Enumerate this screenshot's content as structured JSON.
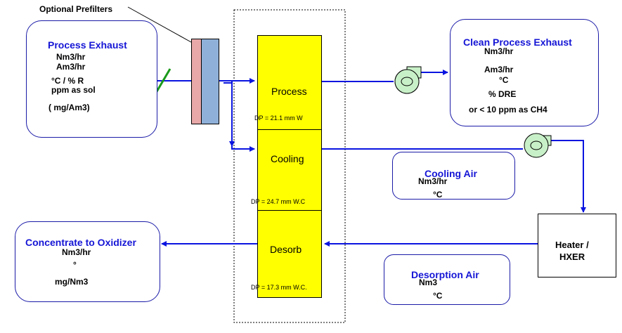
{
  "prefilter_label": "Optional Prefilters",
  "process_exhaust": {
    "title": "Process Exhaust",
    "lines": [
      "Nm3/hr",
      "Am3/hr",
      "°C / % R",
      "ppm as sol",
      "( mg/Am3)"
    ]
  },
  "clean_exhaust": {
    "title": "Clean Process Exhaust",
    "lines": [
      "Nm3/hr",
      "Am3/hr",
      "°C",
      "% DRE",
      "or < 10 ppm as CH4"
    ]
  },
  "cooling_air": {
    "title": "Cooling Air",
    "lines": [
      "Nm3/hr",
      "°C"
    ]
  },
  "desorption_air": {
    "title": "Desorption Air",
    "lines": [
      "Nm3",
      "°C"
    ]
  },
  "concentrate": {
    "title": "Concentrate to Oxidizer",
    "lines": [
      "Nm3/hr",
      "°",
      "mg/Nm3"
    ]
  },
  "heater": {
    "line1": "Heater /",
    "line2": "HXER"
  },
  "stages": {
    "process": {
      "label": "Process",
      "dp": "DP = 21.1 mm W"
    },
    "cooling": {
      "label": "Cooling",
      "dp": "DP = 24.7 mm W.C"
    },
    "desorb": {
      "label": "Desorb",
      "dp": "DP = 17.3 mm W.C."
    }
  },
  "colors": {
    "flow_line": "#0a14e0",
    "box_title": "#1515d6",
    "stage_fill": "#ffff00",
    "prefilter_pink": "#e8a8a8",
    "prefilter_blue": "#8fb0d8",
    "fan_fill": "#c8f0c8",
    "damper": "#1a9a1a"
  }
}
